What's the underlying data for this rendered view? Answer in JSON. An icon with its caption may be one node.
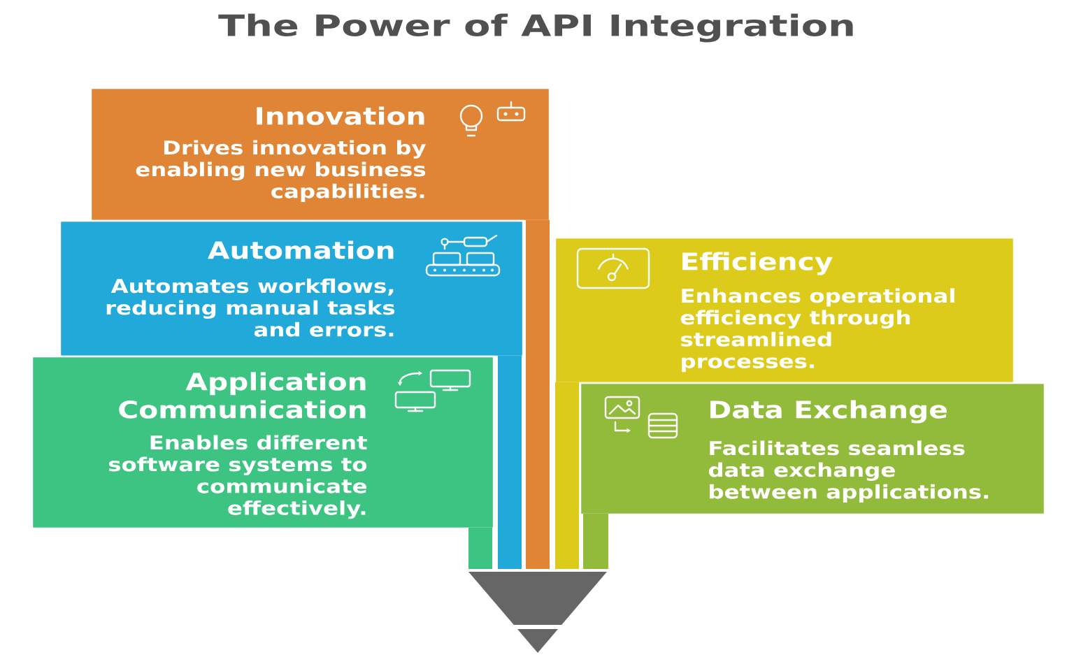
{
  "diagram": {
    "title": "The Power of API Integration",
    "nodes": [
      {
        "text": [
          "Innovation",
          "Drives innovation by enabling new business capabilities."
        ]
      },
      {
        "text": [
          "Automation",
          "Automates workflows, reducing manual tasks and errors."
        ]
      },
      {
        "text": [
          "Efficiency",
          "Enhances operational efficiency through streamlined processes."
        ]
      },
      {
        "text": [
          "Application Communication",
          "Enables different software systems to communicate effectively."
        ]
      },
      {
        "text": [
          "Data Exchange",
          "Facilitates seamless data exchange between applications."
        ]
      }
    ]
  }
}
